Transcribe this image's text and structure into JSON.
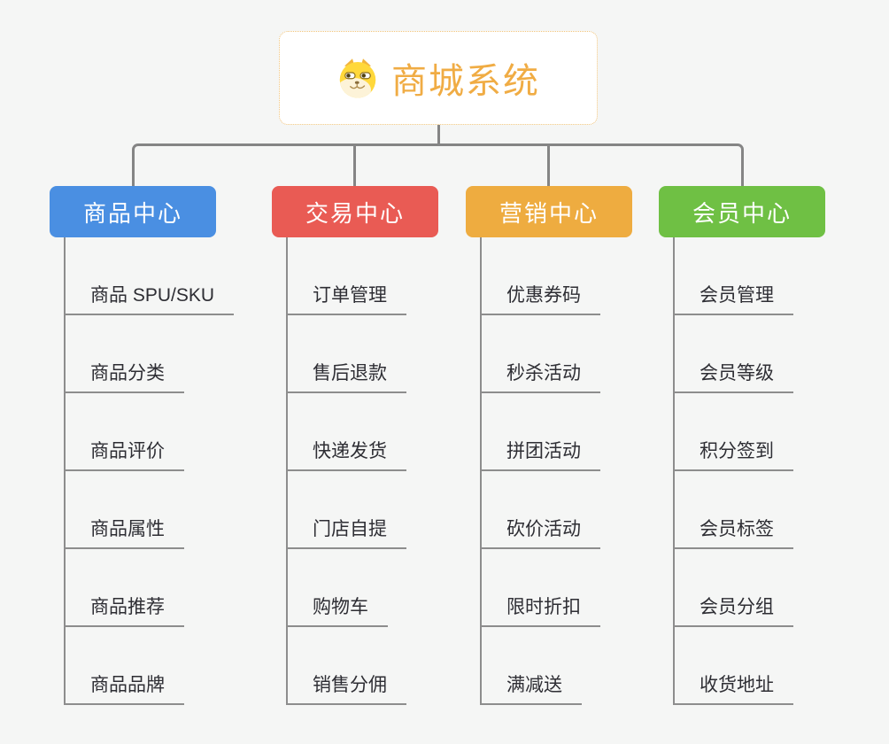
{
  "root": {
    "title": "商城系统",
    "icon": "doge-icon",
    "title_color": "#f0ac44"
  },
  "branches": [
    {
      "label": "商品中心",
      "color": "#4a8fe2",
      "items": [
        "商品 SPU/SKU",
        "商品分类",
        "商品评价",
        "商品属性",
        "商品推荐",
        "商品品牌"
      ]
    },
    {
      "label": "交易中心",
      "color": "#e95b54",
      "items": [
        "订单管理",
        "售后退款",
        "快递发货",
        "门店自提",
        "购物车",
        "销售分佣"
      ]
    },
    {
      "label": "营销中心",
      "color": "#eeac40",
      "items": [
        "优惠券码",
        "秒杀活动",
        "拼团活动",
        "砍价活动",
        "限时折扣",
        "满减送"
      ]
    },
    {
      "label": "会员中心",
      "color": "#6fc044",
      "items": [
        "会员管理",
        "会员等级",
        "积分签到",
        "会员标签",
        "会员分组",
        "收货地址"
      ]
    }
  ],
  "colors": {
    "background": "#f5f6f5",
    "connector_line": "#858585",
    "leaf_line": "#8d8d8d",
    "root_border": "#f0c37a"
  }
}
